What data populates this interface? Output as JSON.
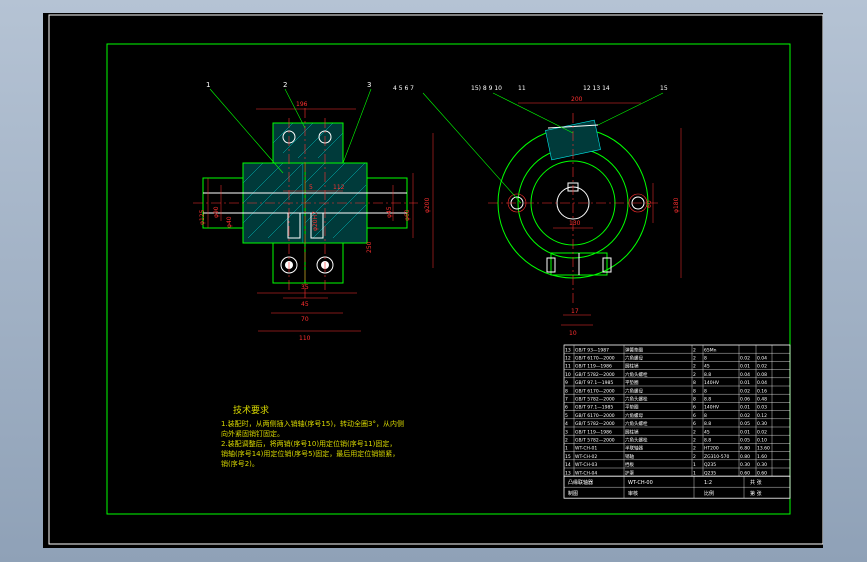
{
  "drawing": {
    "front_view": {
      "leaders": [
        "1",
        "2",
        "3"
      ],
      "dims": [
        "196",
        "5",
        "112",
        "250",
        "110",
        "35",
        "45",
        "70",
        "110",
        "φ20H7",
        "φ40",
        "φ45",
        "φ60",
        "φ90",
        "φ125",
        "φ200"
      ]
    },
    "side_view": {
      "leaders_left": "15) 8 9 10",
      "leaders_mid": "11",
      "leaders_right": "12 13 14",
      "leader_far_right": "15",
      "leaders_top_left": "4 5 6 7",
      "dims": [
        "200",
        "10",
        "60",
        "17",
        "130",
        "φ180"
      ]
    }
  },
  "tech_notes": {
    "title": "技术要求",
    "lines": [
      "1.装配时，从两侧插入销轴(序号15)，转动全圈3°，从内侧",
      "  向外紧固销钉固定。",
      "2.装配调整后，将两销(序号10)用定位销(序号11)固定，",
      "  销轴(序号14)用定位销(序号5)固定，最后用定位销锁紧，",
      "  销(序号2)。"
    ]
  },
  "parts_table": {
    "rows": [
      [
        "13",
        "GB/T 93—1987",
        "弹簧垫圈",
        "2",
        "65Mn",
        "",
        ""
      ],
      [
        "12",
        "GB/T 6170—2000",
        "六角螺母",
        "2",
        "8",
        "0.02",
        "0.04"
      ],
      [
        "11",
        "GB/T 119—1986",
        "圆柱销",
        "2",
        "45",
        "0.01",
        "0.02"
      ],
      [
        "10",
        "GB/T 5782—2000",
        "六角头螺栓",
        "2",
        "8.8",
        "0.04",
        "0.08"
      ],
      [
        "9",
        "GB/T 97.1—1985",
        "平垫圈",
        "8",
        "140HV",
        "0.01",
        "0.04"
      ],
      [
        "8",
        "GB/T 6170—2000",
        "六角螺母",
        "8",
        "8",
        "0.02",
        "0.16"
      ],
      [
        "7",
        "GB/T 5782—2000",
        "六角头螺栓",
        "8",
        "8.8",
        "0.06",
        "0.48"
      ],
      [
        "6",
        "GB/T 97.1—1985",
        "平垫圈",
        "6",
        "140HV",
        "0.01",
        "0.03"
      ],
      [
        "5",
        "GB/T 6170—2000",
        "六角螺母",
        "6",
        "8",
        "0.02",
        "0.12"
      ],
      [
        "4",
        "GB/T 5782—2000",
        "六角头螺栓",
        "6",
        "8.8",
        "0.05",
        "0.30"
      ],
      [
        "3",
        "GB/T 119—1986",
        "圆柱销",
        "2",
        "45",
        "0.01",
        "0.02"
      ],
      [
        "2",
        "GB/T 5782—2000",
        "六角头螺栓",
        "2",
        "8.8",
        "0.05",
        "0.10"
      ],
      [
        "1",
        "WT-CH-01",
        "半联轴器",
        "2",
        "HT200",
        "6.80",
        "13.60"
      ],
      [
        "15",
        "WT-CH-02",
        "销轴",
        "2",
        "ZG310-570",
        "0.80",
        "1.60"
      ],
      [
        "14",
        "WT-CH-03",
        "挡板",
        "1",
        "Q235",
        "0.30",
        "0.30"
      ],
      [
        "13",
        "WT-CH-04",
        "护罩",
        "1",
        "Q235",
        "0.60",
        "0.60"
      ]
    ],
    "title_block": {
      "row1": [
        "凸缘联轴器",
        "WT-CH-00",
        "1:2",
        "共 张"
      ],
      "row2": [
        "制图",
        "审核",
        "比例",
        "第 张"
      ]
    }
  },
  "colors": {
    "outline": "#00ff00",
    "border": "#00ff00",
    "dim": "#ff3030",
    "section": "#00e5e5",
    "center": "#ff3030",
    "white": "#ffffff",
    "text": "#d8d800"
  }
}
